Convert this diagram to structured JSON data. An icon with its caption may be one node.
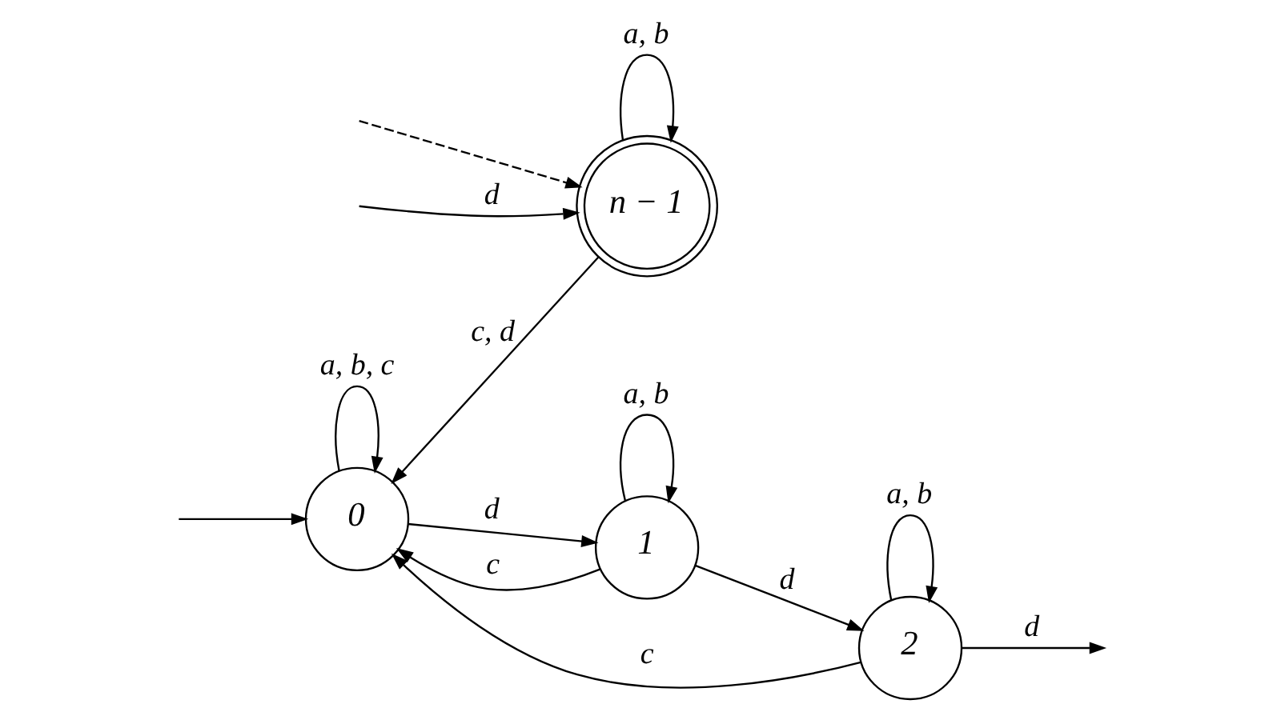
{
  "diagram": {
    "nodes": [
      {
        "text": [
          "0"
        ]
      },
      {
        "text": [
          "1"
        ]
      },
      {
        "text": [
          "2"
        ]
      },
      {
        "text": [
          "n − 1"
        ]
      }
    ],
    "edges": [
      {
        "from": null,
        "to": 0,
        "arrow": "to"
      },
      {
        "from": 0,
        "to": 0,
        "arrow": "to",
        "label": "a, b, c"
      },
      {
        "from": 0,
        "to": 1,
        "arrow": "to",
        "label": "d"
      },
      {
        "from": 1,
        "to": 0,
        "arrow": "to",
        "label": "c"
      },
      {
        "from": 1,
        "to": 1,
        "arrow": "to",
        "label": "a, b"
      },
      {
        "from": 1,
        "to": 2,
        "arrow": "to",
        "label": "d"
      },
      {
        "from": 2,
        "to": 2,
        "arrow": "to",
        "label": "a, b"
      },
      {
        "from": 2,
        "to": 0,
        "arrow": "to",
        "label": "c"
      },
      {
        "from": 2,
        "to": null,
        "arrow": "to",
        "label": "d"
      },
      {
        "from": null,
        "to": 3,
        "arrow": "to",
        "style": "dashed"
      },
      {
        "from": null,
        "to": 3,
        "arrow": "to",
        "label": "d"
      },
      {
        "from": 3,
        "to": 0,
        "arrow": "to",
        "label": "c, d"
      },
      {
        "from": 3,
        "to": 3,
        "arrow": "to",
        "label": "a, b"
      }
    ]
  }
}
